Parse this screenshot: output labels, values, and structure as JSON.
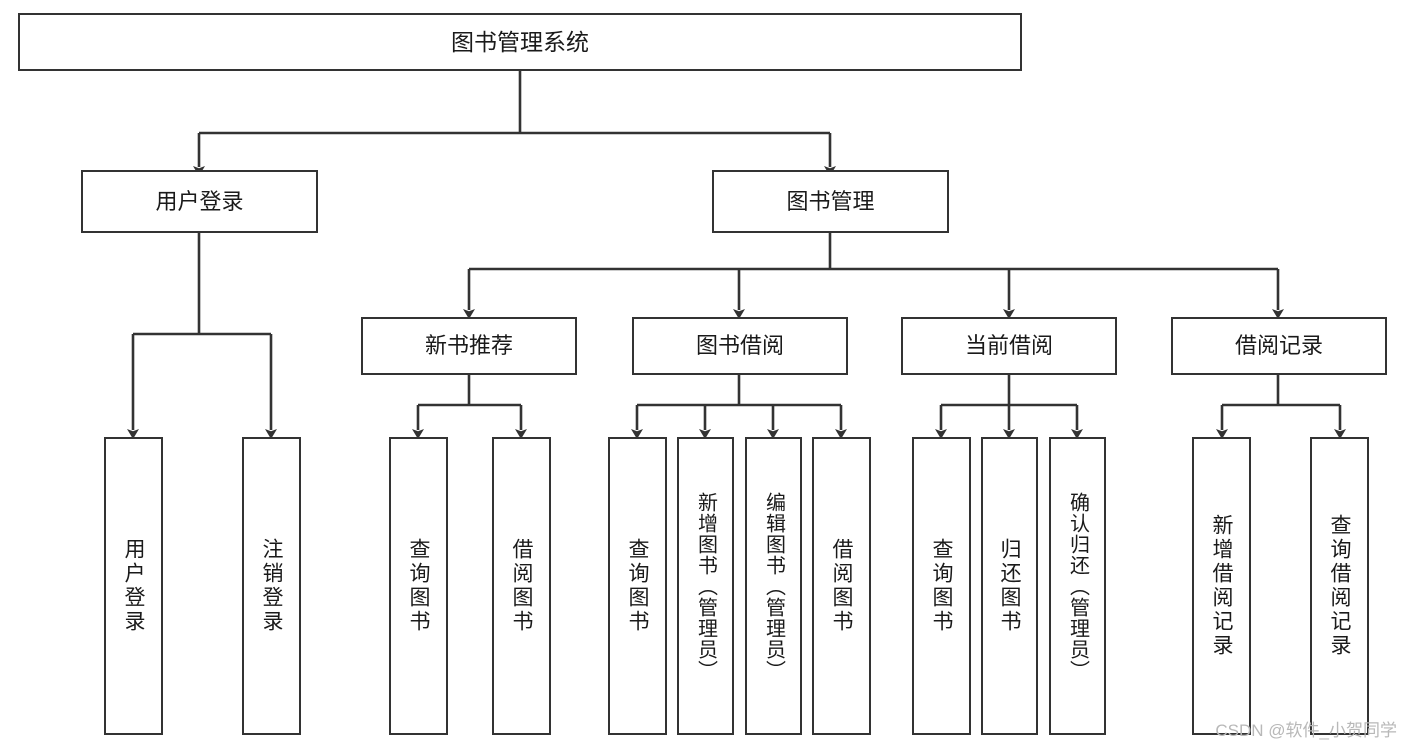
{
  "diagram": {
    "type": "hierarchy-tree",
    "title": "图书管理系统",
    "watermark": "CSDN @软件_小贺同学",
    "colors": {
      "background": "#ffffff",
      "node_border": "#333333",
      "node_fill": "#ffffff",
      "connector": "#333333",
      "text": "#1a1a1a",
      "watermark": "#b8b8b8"
    },
    "nodes": {
      "root": {
        "label": "图书管理系统"
      },
      "level2": [
        {
          "id": "user-login",
          "label": "用户登录"
        },
        {
          "id": "book-manage",
          "label": "图书管理"
        }
      ],
      "level3": [
        {
          "id": "new-book-recommend",
          "label": "新书推荐"
        },
        {
          "id": "book-borrow",
          "label": "图书借阅"
        },
        {
          "id": "current-borrow",
          "label": "当前借阅"
        },
        {
          "id": "borrow-record",
          "label": "借阅记录"
        }
      ],
      "leaves": {
        "user_login": [
          {
            "id": "leaf-user-login",
            "label": "用户登录"
          },
          {
            "id": "leaf-logout-login",
            "label": "注销登录"
          }
        ],
        "new_book_recommend": [
          {
            "id": "leaf-query-book-1",
            "label": "查询图书"
          },
          {
            "id": "leaf-borrow-book-1",
            "label": "借阅图书"
          }
        ],
        "book_borrow": [
          {
            "id": "leaf-query-book-2",
            "label": "查询图书"
          },
          {
            "id": "leaf-add-book-admin",
            "label": "新增图书（管理员）"
          },
          {
            "id": "leaf-edit-book-admin",
            "label": "编辑图书（管理员）"
          },
          {
            "id": "leaf-borrow-book-2",
            "label": "借阅图书"
          }
        ],
        "current_borrow": [
          {
            "id": "leaf-query-book-3",
            "label": "查询图书"
          },
          {
            "id": "leaf-return-book",
            "label": "归还图书"
          },
          {
            "id": "leaf-confirm-return-admin",
            "label": "确认归还（管理员）"
          }
        ],
        "borrow_record": [
          {
            "id": "leaf-add-borrow-record",
            "label": "新增借阅记录"
          },
          {
            "id": "leaf-query-borrow-record",
            "label": "查询借阅记录"
          }
        ]
      }
    }
  }
}
